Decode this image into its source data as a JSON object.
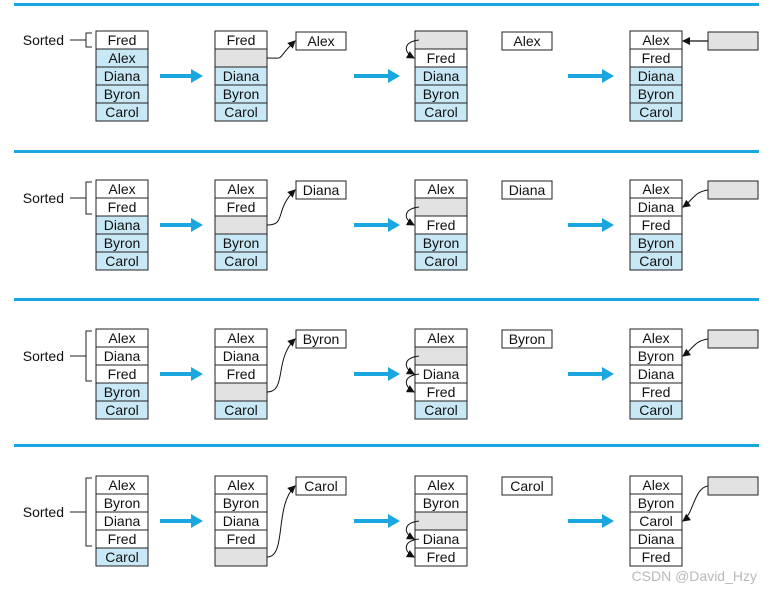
{
  "colors": {
    "rule": "#1aa7e0",
    "unsorted_fill": "#c9e8f6",
    "sorted_fill": "#ffffff",
    "hole_fill": "#e2e2e2",
    "outline": "#222222",
    "step_arrow": "#1aa7e0"
  },
  "sorted_label": "Sorted",
  "rows": [
    {
      "pivot": "Alex",
      "stage1": [
        "Fred",
        "Alex",
        "Diana",
        "Byron",
        "Carol"
      ],
      "stage2": [
        "Fred",
        "",
        "Diana",
        "Byron",
        "Carol"
      ],
      "stage3": [
        "",
        "Fred",
        "Diana",
        "Byron",
        "Carol"
      ],
      "stage4": [
        "Alex",
        "Fred",
        "Diana",
        "Byron",
        "Carol"
      ]
    },
    {
      "pivot": "Diana",
      "stage1": [
        "Alex",
        "Fred",
        "Diana",
        "Byron",
        "Carol"
      ],
      "stage2": [
        "Alex",
        "Fred",
        "",
        "Byron",
        "Carol"
      ],
      "stage3": [
        "Alex",
        "",
        "Fred",
        "Byron",
        "Carol"
      ],
      "stage4": [
        "Alex",
        "Diana",
        "Fred",
        "Byron",
        "Carol"
      ]
    },
    {
      "pivot": "Byron",
      "stage1": [
        "Alex",
        "Diana",
        "Fred",
        "Byron",
        "Carol"
      ],
      "stage2": [
        "Alex",
        "Diana",
        "Fred",
        "",
        "Carol"
      ],
      "stage3": [
        "Alex",
        "",
        "Diana",
        "Fred",
        "Carol"
      ],
      "stage4": [
        "Alex",
        "Byron",
        "Diana",
        "Fred",
        "Carol"
      ]
    },
    {
      "pivot": "Carol",
      "stage1": [
        "Alex",
        "Byron",
        "Diana",
        "Fred",
        "Carol"
      ],
      "stage2": [
        "Alex",
        "Byron",
        "Diana",
        "Fred",
        ""
      ],
      "stage3": [
        "Alex",
        "Byron",
        "",
        "Diana",
        "Fred"
      ],
      "stage4": [
        "Alex",
        "Byron",
        "Carol",
        "Diana",
        "Fred"
      ]
    }
  ],
  "watermark": "CSDN @David_Hzy"
}
